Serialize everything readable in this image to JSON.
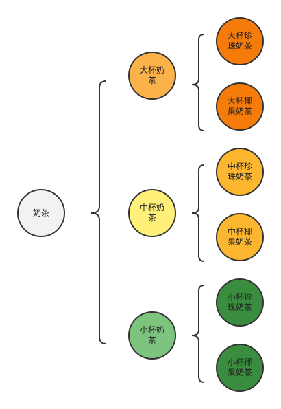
{
  "root": {
    "label": "奶茶",
    "color": "#f2f2f2"
  },
  "groups": [
    {
      "label": "大杯奶茶",
      "color": "#fbb24a",
      "children": [
        {
          "label": "大杯珍珠奶茶",
          "color": "#f57c0a"
        },
        {
          "label": "大杯椰果奶茶",
          "color": "#f57c0a"
        }
      ]
    },
    {
      "label": "中杯奶茶",
      "color": "#fff07a",
      "children": [
        {
          "label": "中杯珍珠奶茶",
          "color": "#fdb62f"
        },
        {
          "label": "中杯椰果奶茶",
          "color": "#fdb62f"
        }
      ]
    },
    {
      "label": "小杯奶茶",
      "color": "#7dc47f",
      "children": [
        {
          "label": "小杯珍珠奶茶",
          "color": "#3a8c3e"
        },
        {
          "label": "小杯椰果奶茶",
          "color": "#3a8c3e"
        }
      ]
    }
  ]
}
